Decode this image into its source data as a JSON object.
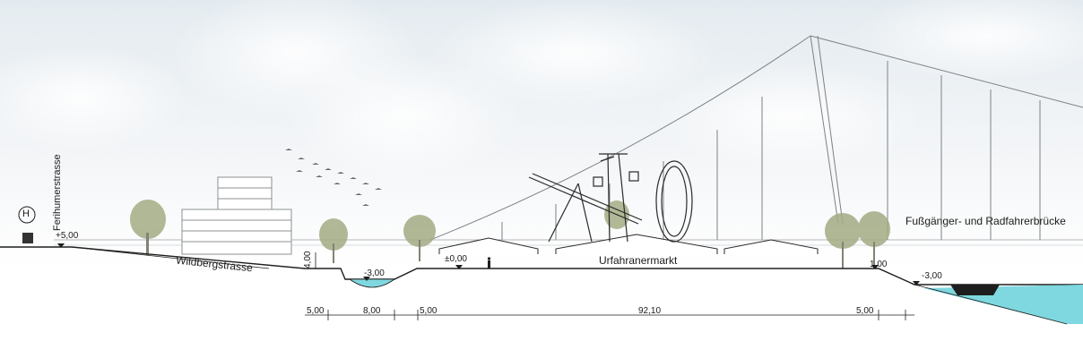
{
  "labels": {
    "street_vertical": "Ferihumerstrasse",
    "wildbergstrasse": "Wildbergstrasse",
    "urfahranermarkt": "Urfahranermarkt",
    "bridge": "Fußgänger- und Radfahrerbrücke",
    "h_symbol": "H"
  },
  "levels": {
    "left_top": "+5,00",
    "canal": "-3,00",
    "plaza": "±0,00",
    "wall_height": "4,00",
    "embankment": "1,00",
    "river": "-3,00"
  },
  "dimensions": [
    "5,00",
    "8,00",
    "5,00",
    "92,10",
    "5,00"
  ],
  "colors": {
    "water": "#7fd8df",
    "line": "#2a2a2a",
    "tree": "#8f9c6a",
    "sky": "#e9eef2"
  },
  "icons": [
    "bus-stop-icon",
    "tram-icon",
    "level-marker-icon",
    "person-icon",
    "boat-icon",
    "bird-icon",
    "tree-icon"
  ]
}
